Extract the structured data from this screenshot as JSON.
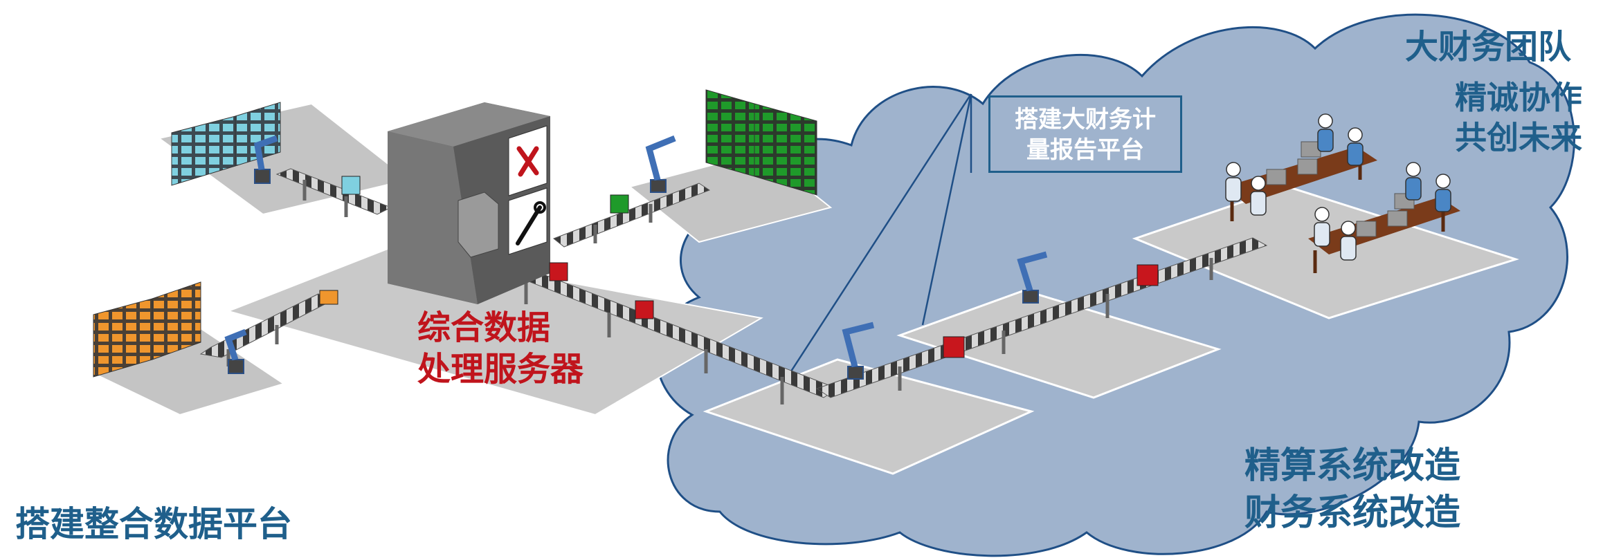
{
  "labels": {
    "left_platform": "搭建整合数据平台",
    "server_line1": "综合数据",
    "server_line2": "处理服务器",
    "platform_box_line1": "搭建大财务计",
    "platform_box_line2": "量报告平台",
    "team": "大财务团队",
    "slogan_line1": "精诚协作",
    "slogan_line2": "共创未来",
    "reform_line1": "精算系统改造",
    "reform_line2": "财务系统改造"
  },
  "icons": {
    "server_top": "red-x-mark-icon",
    "server_bottom": "wrench-icon",
    "robot": "robot-arm-icon",
    "person": "person-at-computer-icon"
  },
  "colors": {
    "text_blue": "#1f5f8b",
    "text_red": "#c0141c",
    "cloud_fill": "#9fb3cd",
    "cloud_stroke": "#1f4f86",
    "floor_gray": "#c6c6c6",
    "server_gray": "#6a6a6a",
    "box_cyan": "#7fd0e0",
    "box_orange": "#f0962d",
    "box_green": "#1f9a2a",
    "box_red": "#c8161d",
    "desk_brown": "#7a3b1a",
    "robot_blue": "#3f6fb5"
  }
}
